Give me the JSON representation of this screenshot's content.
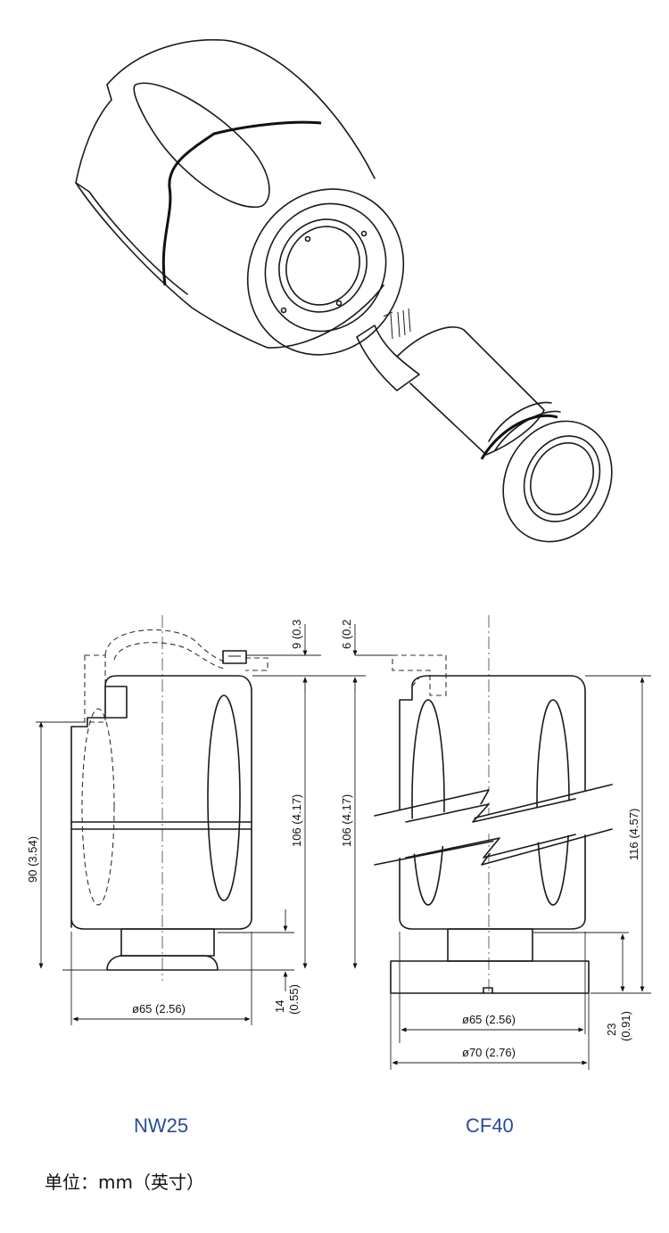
{
  "diagram": {
    "variants": {
      "nw25": {
        "label": "NW25",
        "dims": {
          "top_offset": "9 (0.3",
          "total_height": "106 (4.17)",
          "body_height": "90 (3.54)",
          "flange_height": "14",
          "flange_height_in": "(0.55)",
          "diameter": "ø65 (2.56)"
        }
      },
      "cf40": {
        "label": "CF40",
        "dims": {
          "top_offset": "6 (0.2",
          "body_height": "106 (4.17)",
          "total_height": "116 (4.57)",
          "flange_height": "23",
          "flange_height_in": "(0.91)",
          "body_diameter": "ø65 (2.56)",
          "flange_diameter": "ø70 (2.76)"
        }
      }
    },
    "unit_note": "单位：mm（英寸）"
  }
}
